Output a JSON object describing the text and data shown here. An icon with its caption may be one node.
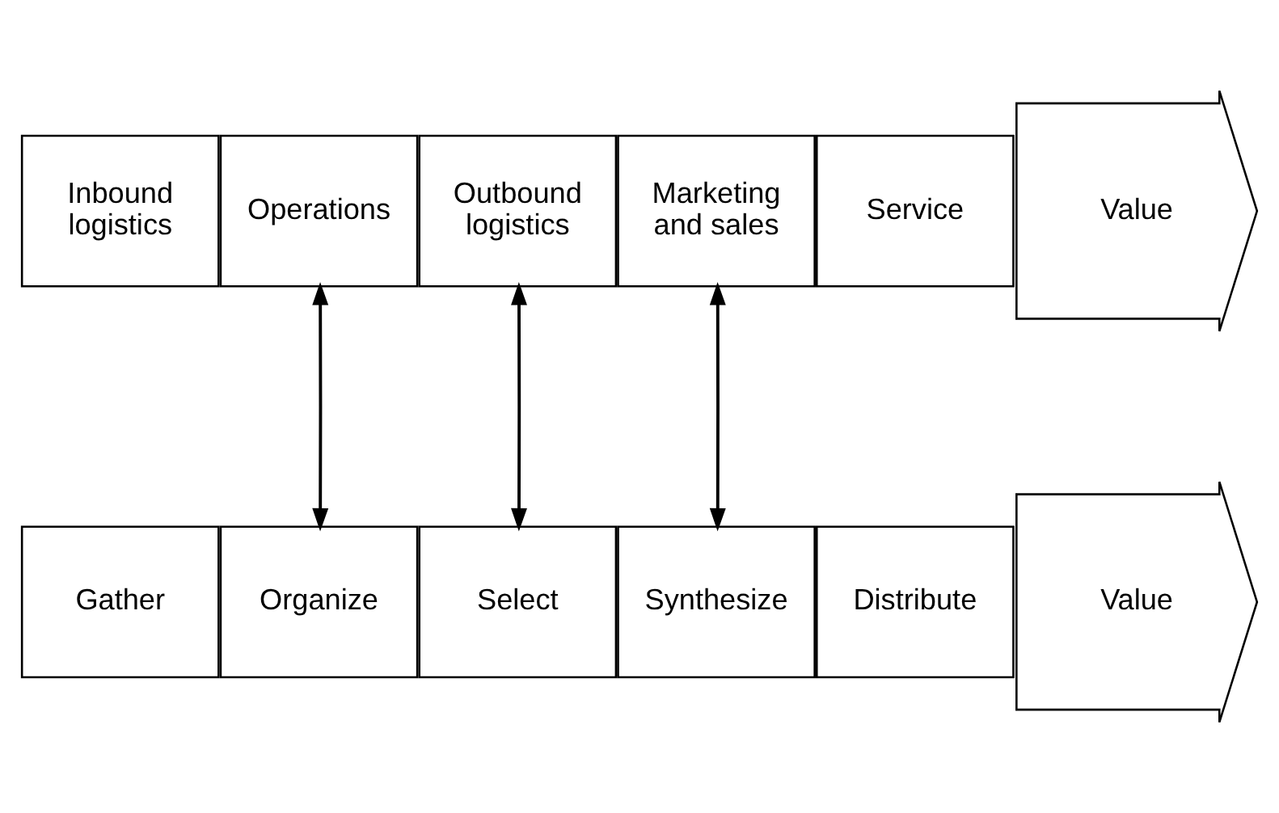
{
  "diagram": {
    "nodes": [
      {
        "text": [
          "Inbound logistics"
        ]
      },
      {
        "text": [
          "Operations"
        ]
      },
      {
        "text": [
          "Outbound logistics"
        ]
      },
      {
        "text": [
          "Marketing and sales"
        ]
      },
      {
        "text": [
          "Service"
        ]
      },
      {
        "text": [
          "Value"
        ]
      },
      {
        "text": [
          "Gather"
        ]
      },
      {
        "text": [
          "Organize"
        ]
      },
      {
        "text": [
          "Select"
        ]
      },
      {
        "text": [
          "Synthesize"
        ]
      },
      {
        "text": [
          "Distribute"
        ]
      },
      {
        "text": [
          "Value"
        ]
      }
    ],
    "edges": [
      {
        "from": 1,
        "to": 7,
        "arrow": "both"
      },
      {
        "from": 2,
        "to": 8,
        "arrow": "both"
      },
      {
        "from": 3,
        "to": 9,
        "arrow": "both"
      }
    ]
  }
}
